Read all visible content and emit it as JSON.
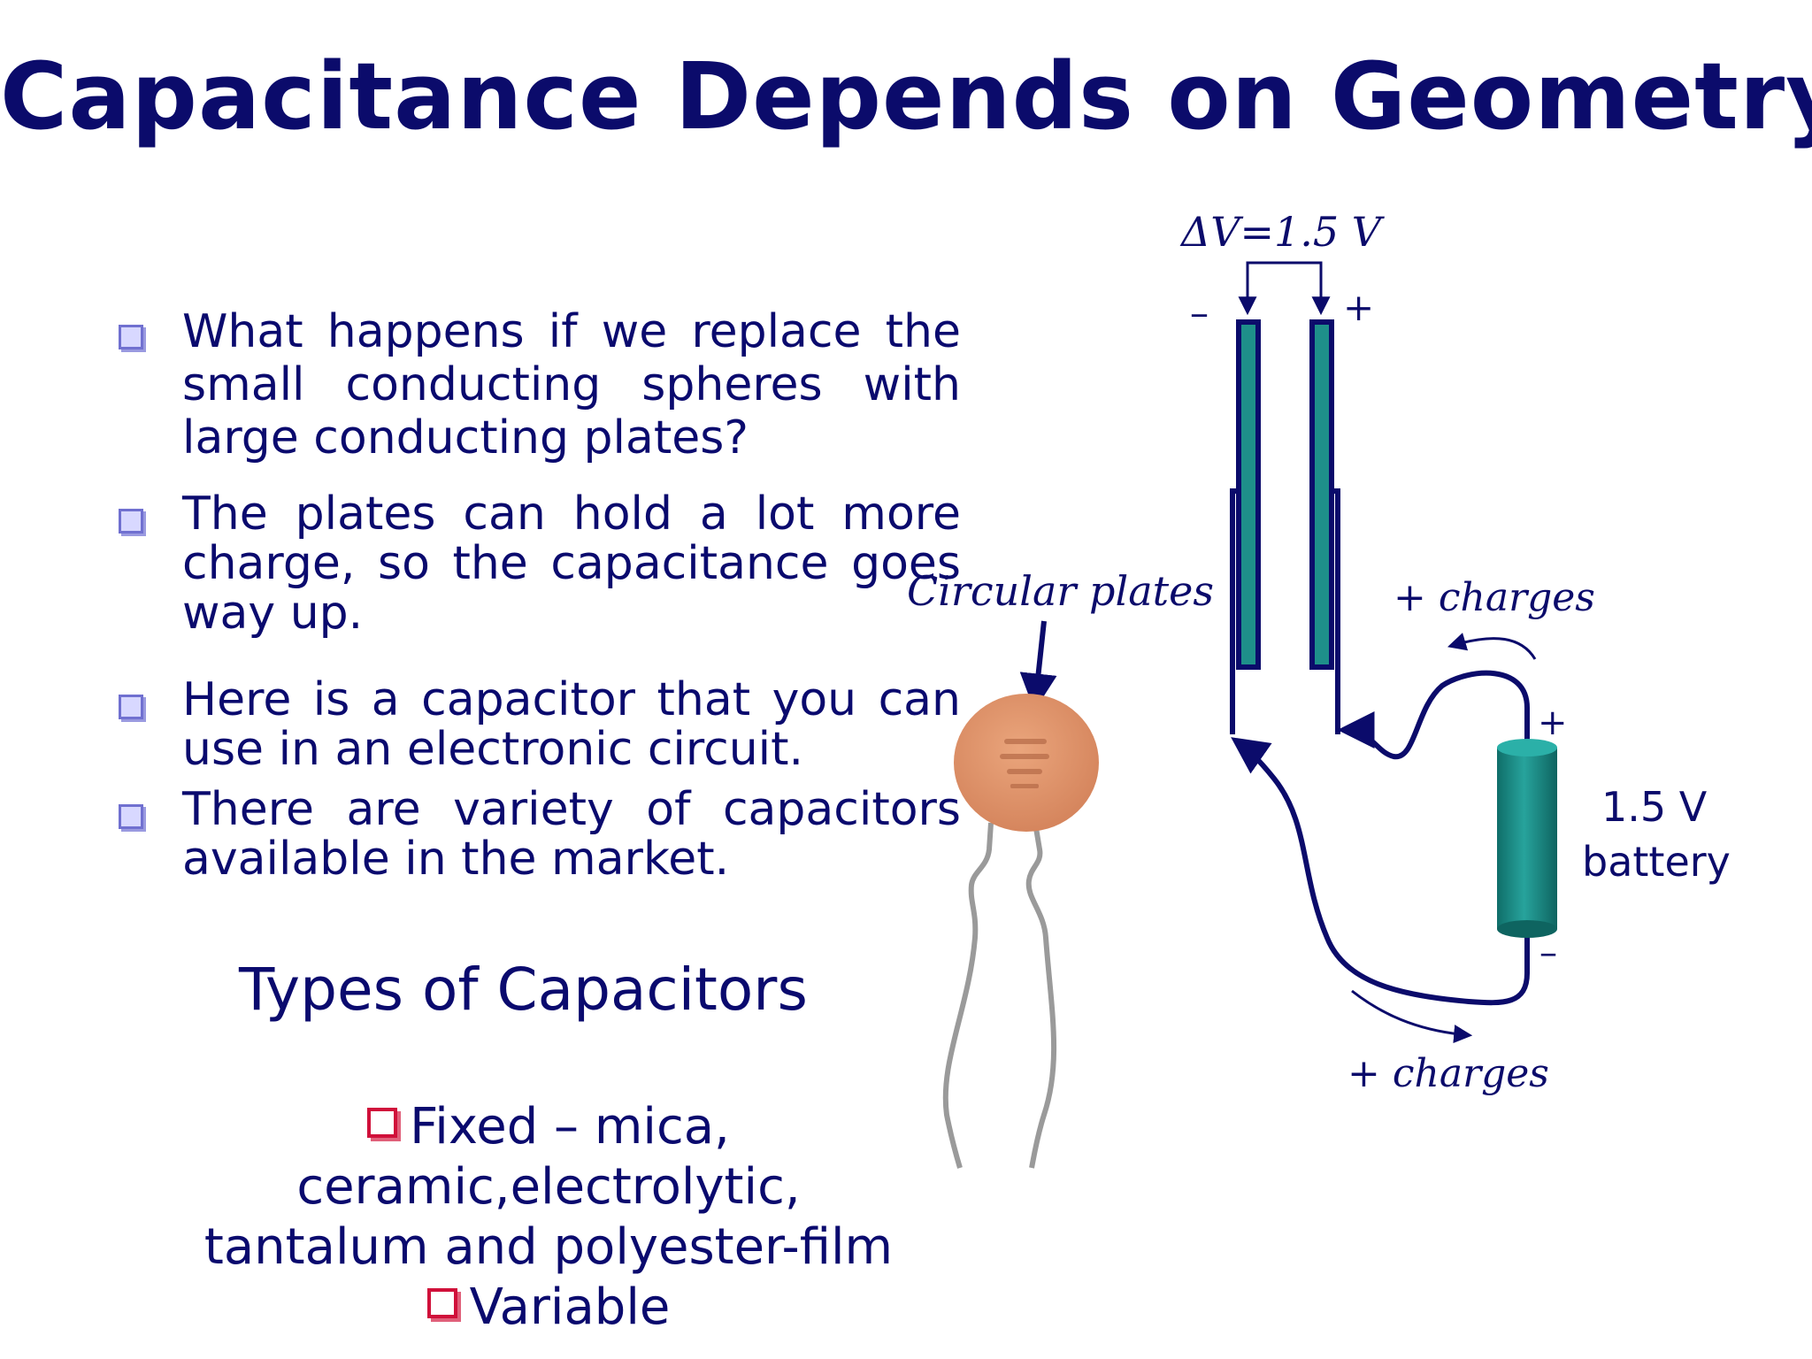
{
  "slide": {
    "title": "Capacitance Depends on Geometry"
  },
  "bullets": [
    {
      "text": "What happens if we replace the small conducting spheres with large conducting plates?"
    },
    {
      "text": "The plates can hold a lot more charge, so the capacitance goes way up."
    },
    {
      "text": "Here is a capacitor that you can use in an electronic circuit."
    },
    {
      "text": "There are variety of capacitors available in the market."
    }
  ],
  "types": {
    "heading": "Types of Capacitors",
    "fixed": "Fixed – mica, ceramic,electrolytic, tantalum and polyester-film",
    "variable": "Variable"
  },
  "diagram": {
    "delta_v": "ΔV=1.5 V",
    "minus_top": "–",
    "plus_top": "+",
    "circular_plates": "Circular plates",
    "charges_top": "+ charges",
    "charges_bottom": "+ charges",
    "battery_plus": "+",
    "battery_minus": "–",
    "battery_voltage": "1.5 V",
    "battery_label": "battery",
    "colors": {
      "wire": "#0b0b6b",
      "plate_fill": "#1e8f8a",
      "battery_fill": "#1a8c86",
      "capacitor_body": "#e0956b"
    }
  }
}
